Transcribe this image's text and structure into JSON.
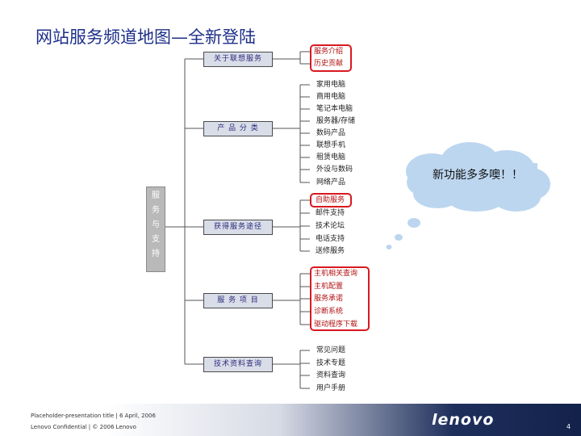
{
  "title": "网站服务频道地图—全新登陆",
  "root_chars": [
    "服",
    "务",
    "与",
    "支",
    "持"
  ],
  "categories": [
    {
      "label": "关于联想服务",
      "items": [
        {
          "text": "服务介绍",
          "highlight": true
        },
        {
          "text": "历史贡献",
          "highlight": true
        }
      ]
    },
    {
      "label": "产 品 分 类",
      "items": [
        {
          "text": "家用电脑",
          "highlight": false
        },
        {
          "text": "商用电脑",
          "highlight": false
        },
        {
          "text": "笔记本电脑",
          "highlight": false
        },
        {
          "text": "服务器/存储",
          "highlight": false
        },
        {
          "text": "数码产品",
          "highlight": false
        },
        {
          "text": "联想手机",
          "highlight": false
        },
        {
          "text": "租赁电脑",
          "highlight": false
        },
        {
          "text": "外设与数码",
          "highlight": false
        },
        {
          "text": "网络产品",
          "highlight": false
        }
      ]
    },
    {
      "label": "获得服务途径",
      "items": [
        {
          "text": "自助服务",
          "highlight": true
        },
        {
          "text": "邮件支持",
          "highlight": false
        },
        {
          "text": "技术论坛",
          "highlight": false
        },
        {
          "text": "电话支持",
          "highlight": false
        },
        {
          "text": "送修服务",
          "highlight": false
        }
      ]
    },
    {
      "label": "服 务 项 目",
      "items": [
        {
          "text": "主机相关查询",
          "highlight": true
        },
        {
          "text": "主机配置",
          "highlight": true
        },
        {
          "text": "服务承诺",
          "highlight": true
        },
        {
          "text": "诊断系统",
          "highlight": true
        },
        {
          "text": "驱动程序下载",
          "highlight": true
        }
      ]
    },
    {
      "label": "技术资料查询",
      "items": [
        {
          "text": "常见问题",
          "highlight": false
        },
        {
          "text": "技术专题",
          "highlight": false
        },
        {
          "text": "资料查询",
          "highlight": false
        },
        {
          "text": "用户手册",
          "highlight": false
        }
      ]
    }
  ],
  "callout": "新功能多多噢！！",
  "footer": {
    "line1": "Placeholder-presentation title | 6 April, 2006",
    "line2": "Lenovo Confidential | © 2006 Lenovo",
    "logo": "lenovo",
    "page": "4"
  },
  "colors": {
    "title": "#1d2f8a",
    "highlight": "#d8191f",
    "cloud": "#bcd6ef"
  }
}
